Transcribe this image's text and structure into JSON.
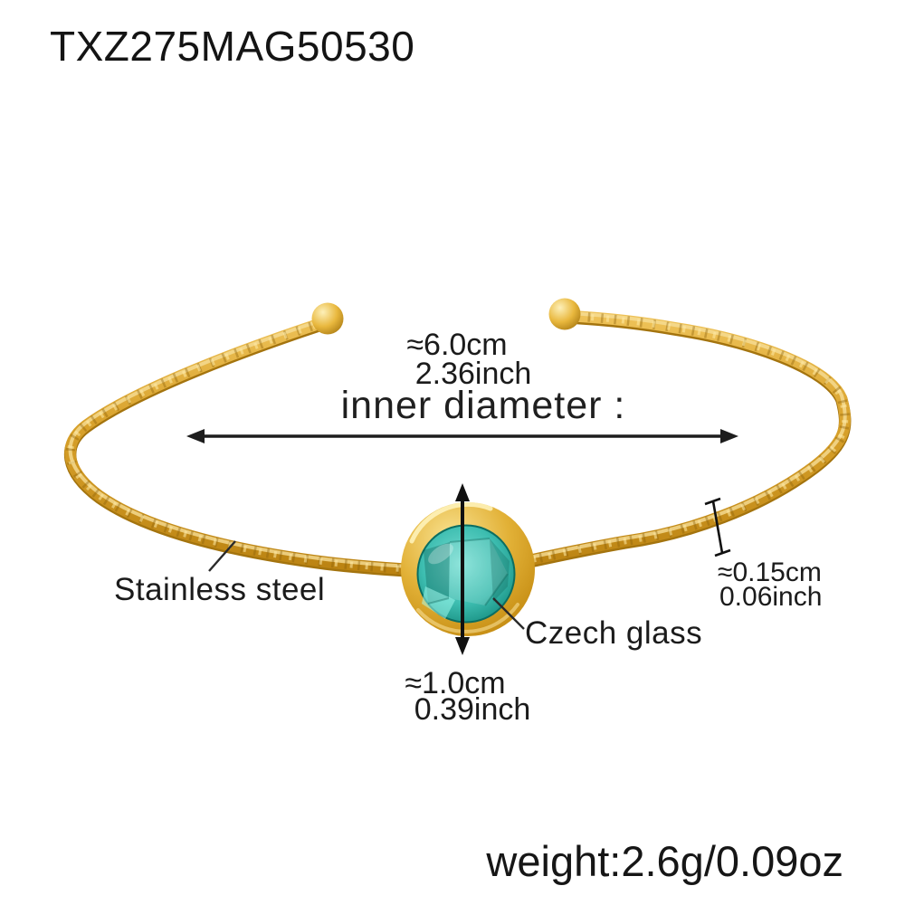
{
  "header": {
    "sku": "TXZ275MAG50530"
  },
  "diagram": {
    "inner_diameter": {
      "label": "inner diameter :",
      "metric": "≈6.0cm",
      "imperial": "2.36inch"
    },
    "stone_size": {
      "metric": "≈1.0cm",
      "imperial": "0.39inch"
    },
    "wire_thickness": {
      "metric": "≈0.15cm",
      "imperial": "0.06inch"
    },
    "materials": {
      "band": "Stainless steel",
      "stone": "Czech glass"
    }
  },
  "footer": {
    "weight": "weight:2.6g/0.09oz"
  },
  "colors": {
    "background": "#ffffff",
    "text": "#1b1b1b",
    "gold_base": "#d7a02a",
    "gold_highlight": "#f6dd96",
    "gold_shadow": "#a4740e",
    "glass_teal": "#3dbdb0",
    "glass_light": "#7adfd4",
    "glass_dark": "#0d8274",
    "annotation_line": "#1d1d1d"
  }
}
